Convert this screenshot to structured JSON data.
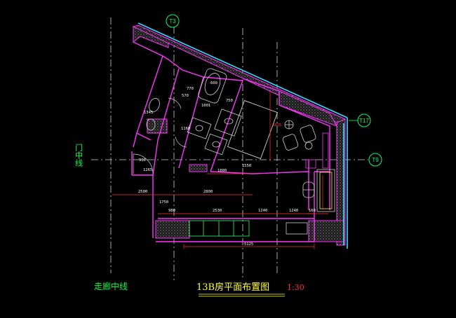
{
  "title": "13B房平面布置图",
  "scale": "1:30",
  "axes": {
    "t3": "T3",
    "t17": "T17",
    "t9": "T9"
  },
  "labels": {
    "door_center_line": "门中线",
    "corridor_center_line": "走廊中线"
  },
  "dimensions": {
    "d2500": "2500",
    "d2800": "2800",
    "d980": "980",
    "d2530": "2530",
    "d1240a": "1240",
    "d1240b": "1240",
    "d5125": "5125",
    "d1880": "1880",
    "d1550": "1550",
    "d3325": "3325",
    "d1750": "1750",
    "d900": "900",
    "d160": "160",
    "d1001": "1001",
    "d600": "600",
    "d1265": "1265",
    "d570": "570",
    "d770": "770",
    "d1160": "1160",
    "d750": "750",
    "d1345": "1345"
  },
  "colors": {
    "wall": "#ff33ff",
    "cyan": "#33ddff",
    "hatch": "#b0b0b0",
    "grid": "#ffffff",
    "red": "#ff3030",
    "green": "#00ff44",
    "yellow": "#ffff33"
  }
}
